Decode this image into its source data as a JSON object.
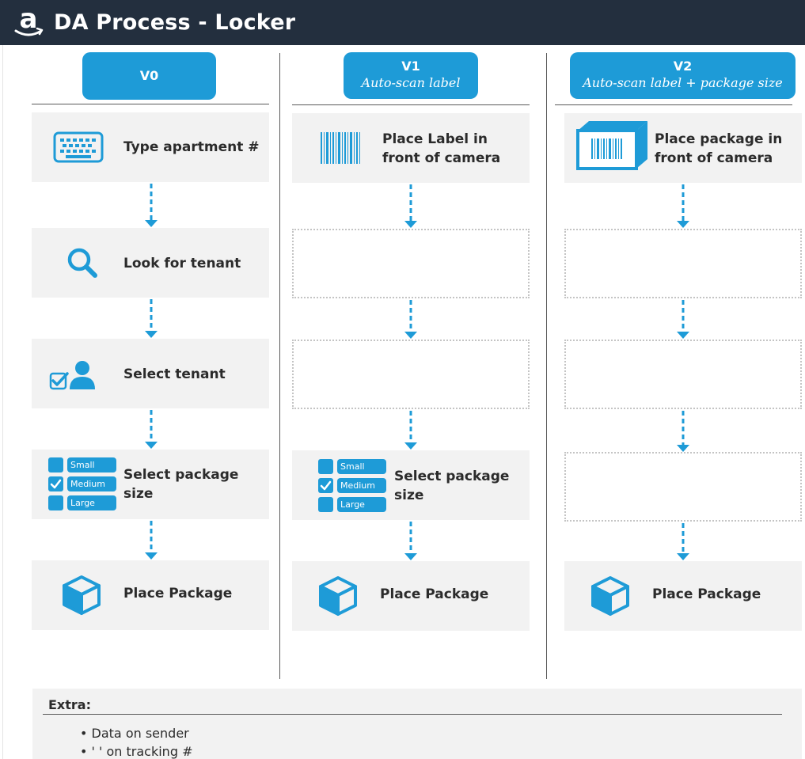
{
  "header": {
    "title": "DA Process - Locker",
    "logo_icon": "amazon-logo"
  },
  "colors": {
    "accent": "#1e9bd7",
    "header_bg": "#232f3e",
    "box_bg": "#f2f2f2",
    "dashed_border": "#c4c4c4"
  },
  "columns": [
    {
      "version": "V0",
      "subtitle": "",
      "steps": [
        {
          "label": "Type apartment #",
          "icon": "keyboard-icon"
        },
        {
          "label": "Look for tenant",
          "icon": "search-icon"
        },
        {
          "label": "Select tenant",
          "icon": "select-user-icon"
        },
        {
          "label": "Select package size",
          "icon": "size-picker-icon"
        },
        {
          "label": "Place Package",
          "icon": "box-icon"
        }
      ]
    },
    {
      "version": "V1",
      "subtitle": "Auto-scan label",
      "steps": [
        {
          "label": "Place Label in front of camera",
          "icon": "barcode-icon"
        },
        {
          "label": "",
          "icon": ""
        },
        {
          "label": "",
          "icon": ""
        },
        {
          "label": "Select package size",
          "icon": "size-picker-icon"
        },
        {
          "label": "Place Package",
          "icon": "box-icon"
        }
      ]
    },
    {
      "version": "V2",
      "subtitle": "Auto-scan label + package size",
      "steps": [
        {
          "label": "Place package in front of camera",
          "icon": "package-barcode-icon"
        },
        {
          "label": "",
          "icon": ""
        },
        {
          "label": "",
          "icon": ""
        },
        {
          "label": "",
          "icon": ""
        },
        {
          "label": "Place Package",
          "icon": "box-icon"
        }
      ]
    }
  ],
  "size_options": [
    "Small",
    "Medium",
    "Large"
  ],
  "size_checked": "Medium",
  "extra": {
    "title": "Extra:",
    "items": [
      "Data on sender",
      "' ' on tracking #"
    ]
  }
}
